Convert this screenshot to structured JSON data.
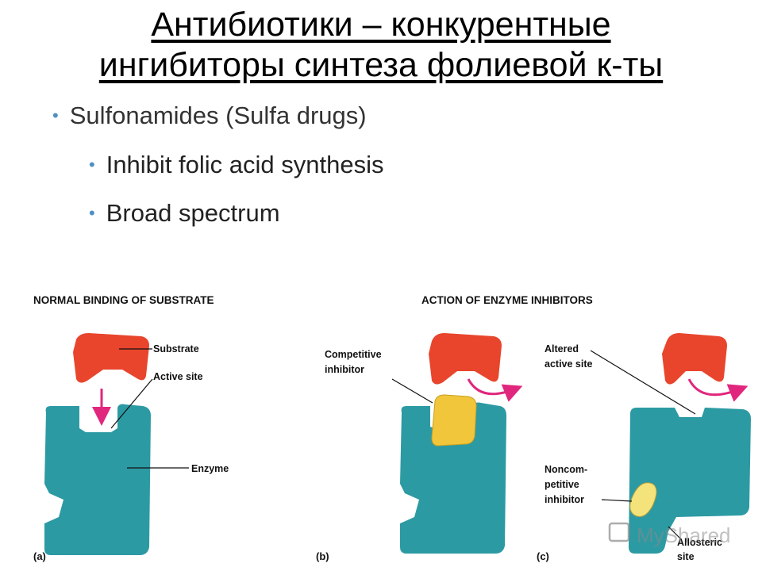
{
  "slide": {
    "title_line1": "Антибиотики – конкурентные",
    "title_line2": "ингибиторы синтеза фолиевой к-ты"
  },
  "bullets": {
    "level1": "Sulfonamides (Sulfa drugs)",
    "level2": [
      "Inhibit folic acid synthesis",
      "Broad spectrum"
    ],
    "bullet_color": "#4f8fc3"
  },
  "figure": {
    "header_a": "NORMAL BINDING OF SUBSTRATE",
    "header_bc": "ACTION OF ENZYME INHIBITORS",
    "panel_a": {
      "label": "(a)",
      "substrate": "Substrate",
      "active_site": "Active site",
      "enzyme": "Enzyme"
    },
    "panel_b": {
      "label": "(b)",
      "inhibitor_line1": "Competitive",
      "inhibitor_line2": "inhibitor"
    },
    "panel_c": {
      "label": "(c)",
      "altered_line1": "Altered",
      "altered_line2": "active site",
      "noncomp_line1": "Noncom-",
      "noncomp_line2": "petitive",
      "noncomp_line3": "inhibitor",
      "allosteric_line1": "Allosteric",
      "allosteric_line2": "site"
    },
    "colors": {
      "enzyme": "#2c9aa3",
      "substrate": "#e8452c",
      "competitive_inhibitor": "#f2c63a",
      "noncompetitive_inhibitor": "#f4e27a",
      "arrow": "#e0277d"
    },
    "watermark": "MyShared"
  }
}
